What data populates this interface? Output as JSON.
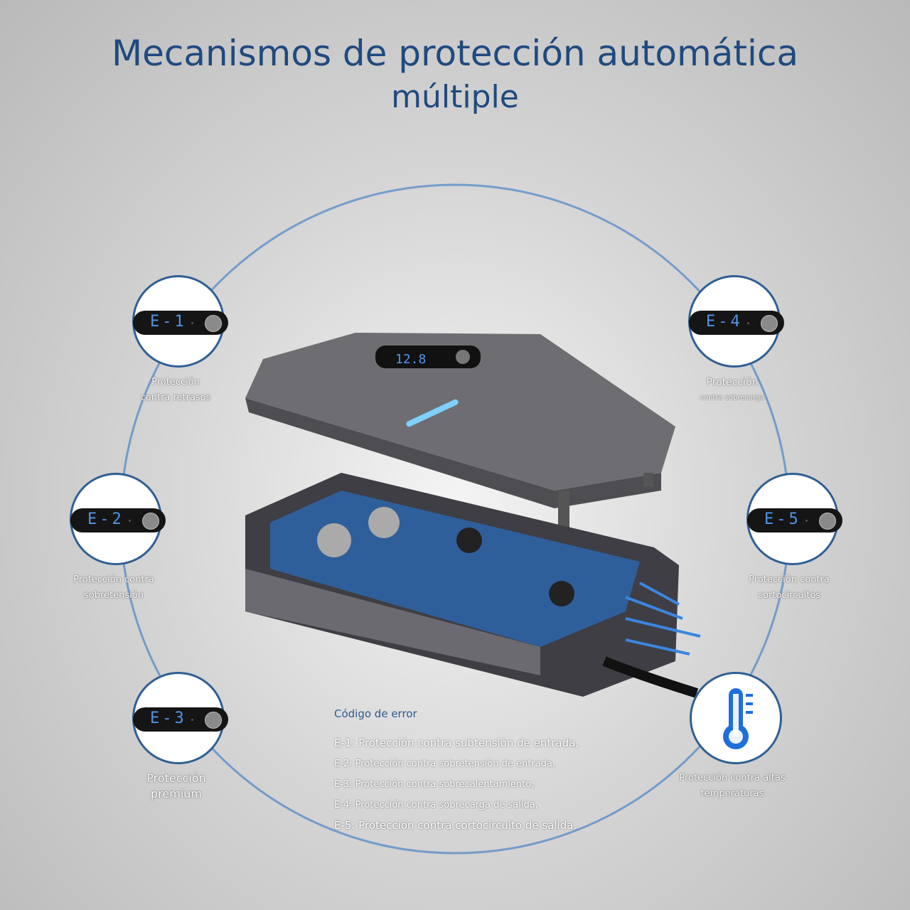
{
  "title": {
    "line1": "Mecanismos de protección automática",
    "line2": "múltiple"
  },
  "device_display": "12.8",
  "badges": [
    {
      "code": "E-1",
      "label1": "Protección",
      "label2": "contra retrasos"
    },
    {
      "code": "E-2",
      "label1": "Protección contra",
      "label2": "sobretensión"
    },
    {
      "code": "E-3",
      "label1": "Protección",
      "label2": "premium"
    },
    {
      "code": "E-4",
      "label1": "Protección",
      "label2": "contra sobrecarga"
    },
    {
      "code": "E-5",
      "label1": "Protección contra",
      "label2": "cortocircuitos"
    },
    {
      "icon": "thermometer-icon",
      "label1": "Protección contra altas",
      "label2": "temperaturas"
    }
  ],
  "error_codes": {
    "heading": "Código de error",
    "items": [
      "E-1: Protección contra subtensión de entrada,",
      "E-2: Protección contra sobretensión de entrada,",
      "E-3: Protección contra sobrecalentamiento,",
      "E-4: Protección contra sobrecarga de salida,",
      "E-5: Protección contra cortocircuito de salida."
    ]
  },
  "colors": {
    "title": "#1f4a7f",
    "ring": "#3f78b8",
    "display_digits": "#4f95e8"
  }
}
